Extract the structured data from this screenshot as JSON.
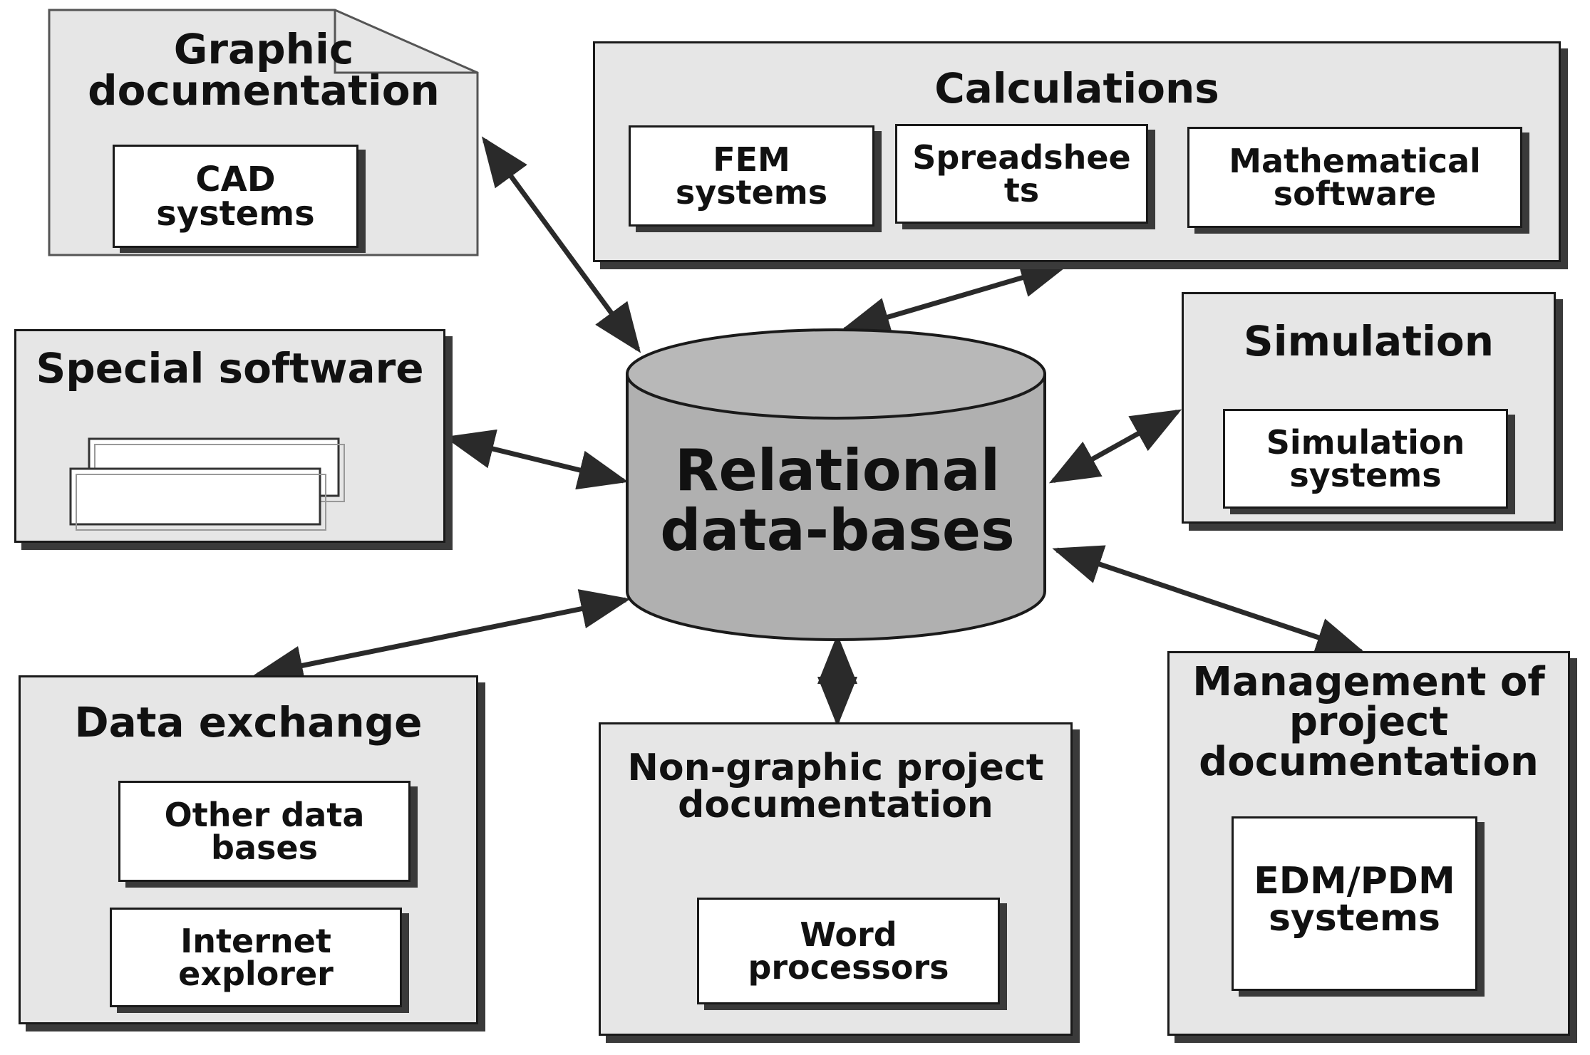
{
  "center": {
    "label": "Relational\ndata-bases"
  },
  "graphic_documentation": {
    "title": "Graphic\ndocumentation",
    "items": [
      "CAD\nsystems"
    ]
  },
  "calculations": {
    "title": "Calculations",
    "items": [
      "FEM\nsystems",
      "Spreadshee\nts",
      "Mathematical\nsoftware"
    ]
  },
  "special_software": {
    "title": "Special software"
  },
  "simulation": {
    "title": "Simulation",
    "items": [
      "Simulation\nsystems"
    ]
  },
  "data_exchange": {
    "title": "Data exchange",
    "items": [
      "Other data\nbases",
      "Internet\nexplorer"
    ]
  },
  "non_graphic": {
    "title": "Non-graphic project\ndocumentation",
    "items": [
      "Word\nprocessors"
    ]
  },
  "management": {
    "title": "Management of\nproject\ndocumentation",
    "items": [
      "EDM/PDM\nsystems"
    ]
  },
  "colors": {
    "box_fill": "#e6e6e6",
    "cylinder_fill": "#b0b0b0",
    "stroke": "#1a1a1a"
  }
}
